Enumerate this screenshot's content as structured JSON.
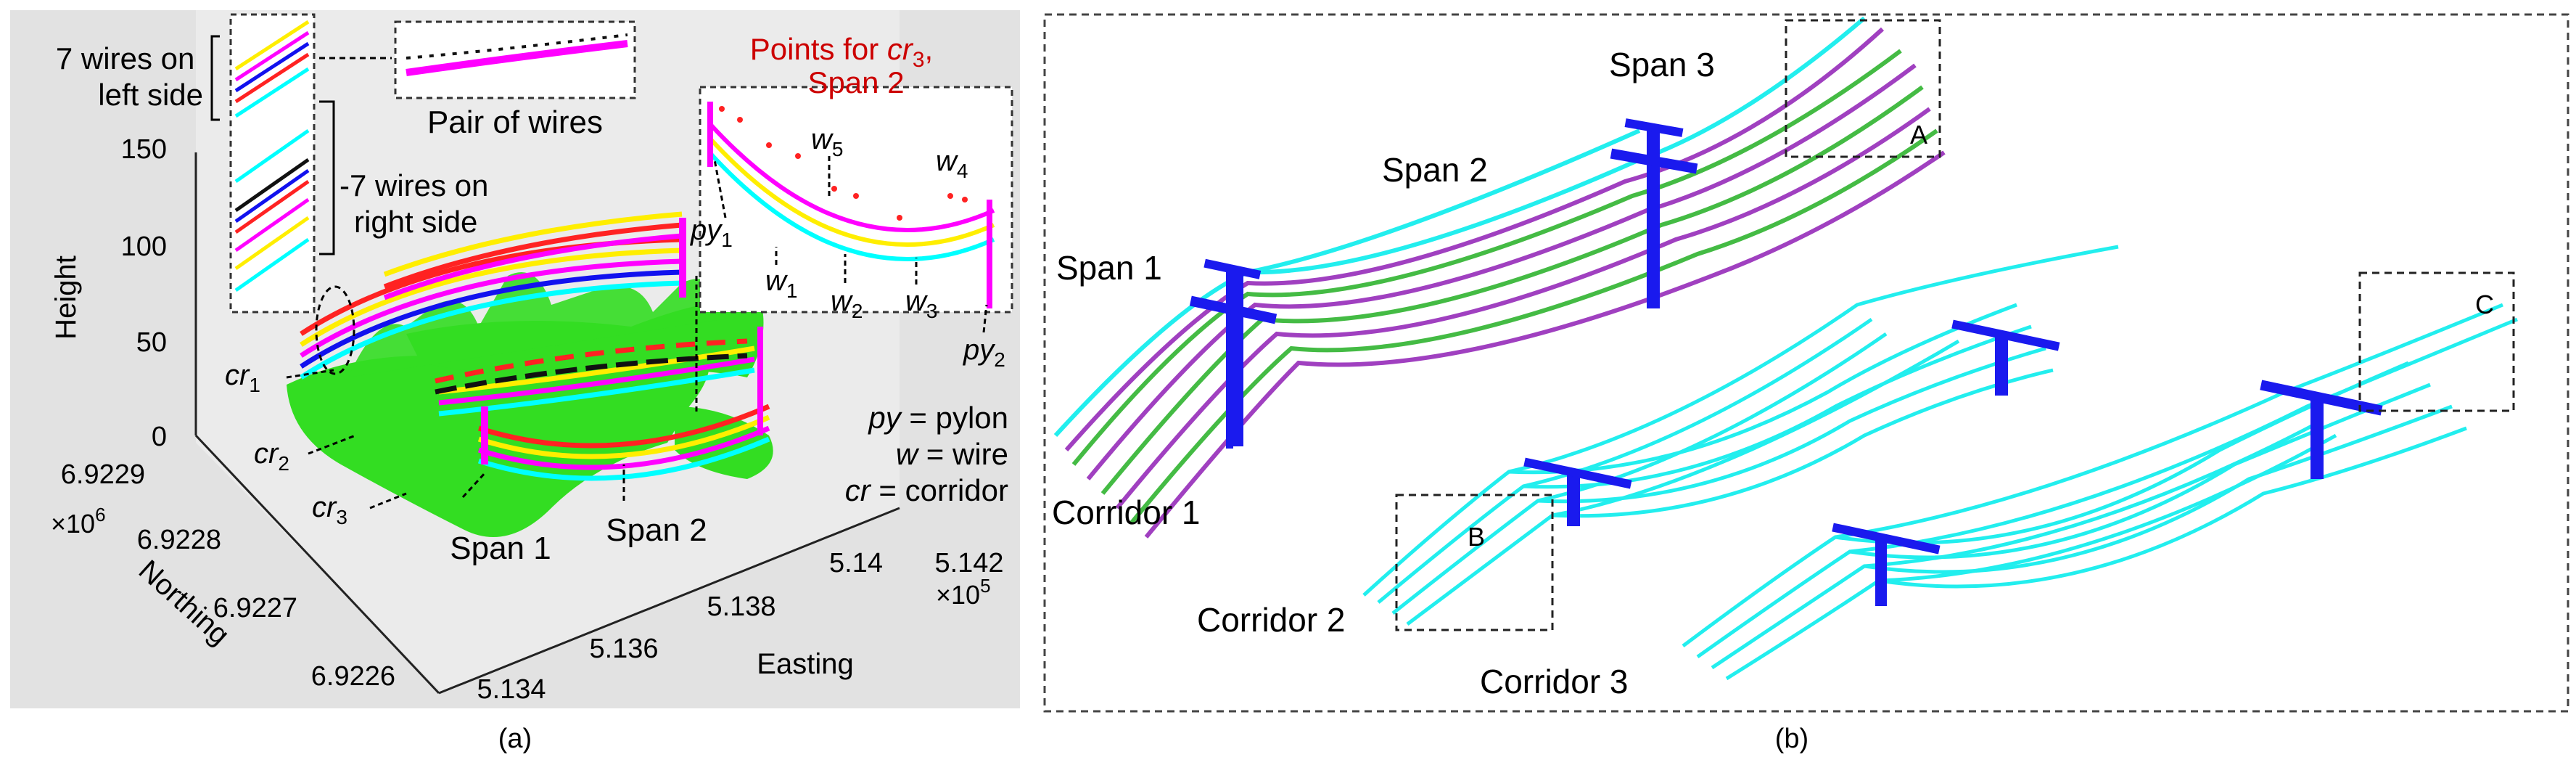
{
  "panel_a": {
    "caption": "(a)",
    "axes": {
      "z_label": "Height",
      "z_ticks": [
        "0",
        "50",
        "100",
        "150"
      ],
      "y_label": "Northing",
      "y_ticks": [
        "6.9229",
        "6.9228",
        "6.9227",
        "6.9226"
      ],
      "y_multiplier_base": "×10",
      "y_multiplier_exp": "6",
      "x_label": "Easting",
      "x_ticks": [
        "5.134",
        "5.136",
        "5.138",
        "5.14",
        "5.142"
      ],
      "x_multiplier_base": "×10",
      "x_multiplier_exp": "5"
    },
    "annotations": {
      "wires_left": [
        "7 wires on",
        "left side"
      ],
      "wires_right": [
        "-7 wires on",
        "right side"
      ],
      "pair_of_wires": "Pair of wires",
      "points_title_1_a": "Points for ",
      "points_title_1_b": "cr",
      "points_title_1_sub": "3",
      "points_title_1_c": ",",
      "points_title_2": "Span 2",
      "w": "w",
      "py": "py",
      "cr": "cr",
      "sub": {
        "w1": "1",
        "w2": "2",
        "w3": "3",
        "w4": "4",
        "w5": "5",
        "py1": "1",
        "py2": "2",
        "cr1": "1",
        "cr2": "2",
        "cr3": "3"
      },
      "span1": "Span 1",
      "span2": "Span 2",
      "legend_py": [
        "py",
        " = pylon"
      ],
      "legend_w": [
        "w",
        " = wire"
      ],
      "legend_cr": [
        "cr",
        " = corridor"
      ]
    },
    "colors": {
      "vegetation": "#33dd22",
      "wire_yellow": "#ffee00",
      "wire_magenta": "#ff00ff",
      "wire_cyan": "#00ffff",
      "wire_red": "#ff2222",
      "wire_black": "#111111",
      "wire_blue": "#1111ee",
      "highlight_red": "#cc0000",
      "axis_bg": "#ebebeb"
    }
  },
  "panel_b": {
    "caption": "(b)",
    "labels": {
      "span1": "Span 1",
      "span2": "Span 2",
      "span3": "Span 3",
      "corridor1": "Corridor 1",
      "corridor2": "Corridor 2",
      "corridor3": "Corridor 3",
      "box_a": "A",
      "box_b": "B",
      "box_c": "C"
    },
    "colors": {
      "wire_cyan": "#22eeee",
      "wire_purple": "#a040c0",
      "wire_green": "#44bb44",
      "pylon_blue": "#1a1aee"
    }
  }
}
